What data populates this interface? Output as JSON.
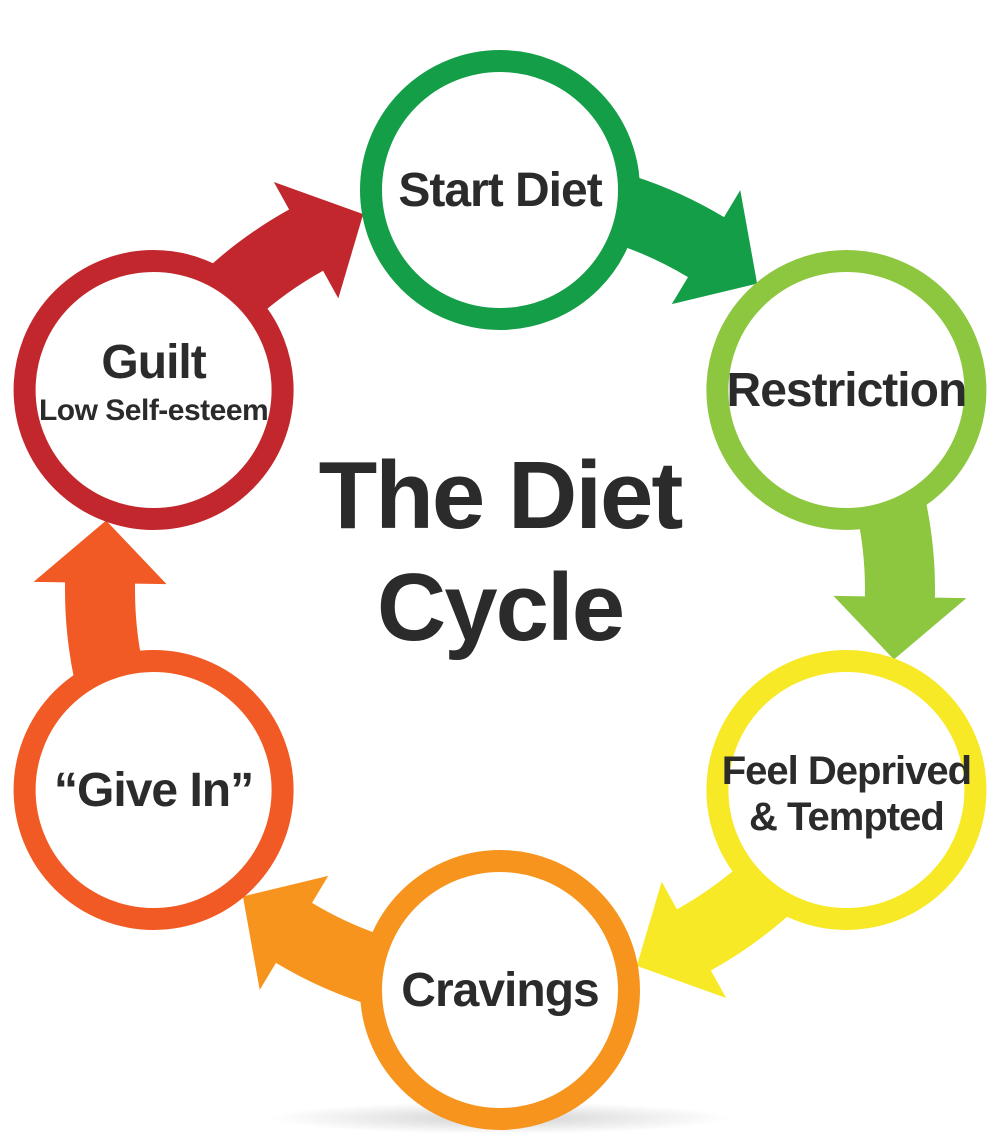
{
  "title": {
    "line1": "The Diet",
    "line2": "Cycle"
  },
  "stages": [
    {
      "id": "start-diet",
      "lines": [
        "Start Diet"
      ],
      "color": "#149e48"
    },
    {
      "id": "restriction",
      "lines": [
        "Restriction"
      ],
      "color": "#8dc63f"
    },
    {
      "id": "feel-deprived",
      "lines": [
        "Feel Deprived",
        "& Tempted"
      ],
      "color": "#f7e925"
    },
    {
      "id": "cravings",
      "lines": [
        "Cravings"
      ],
      "color": "#f7941d"
    },
    {
      "id": "give-in",
      "lines": [
        "“Give In”"
      ],
      "color": "#f15a24"
    },
    {
      "id": "guilt",
      "lines": [
        "Guilt",
        "Low Self-esteem"
      ],
      "color": "#c1272d"
    }
  ]
}
